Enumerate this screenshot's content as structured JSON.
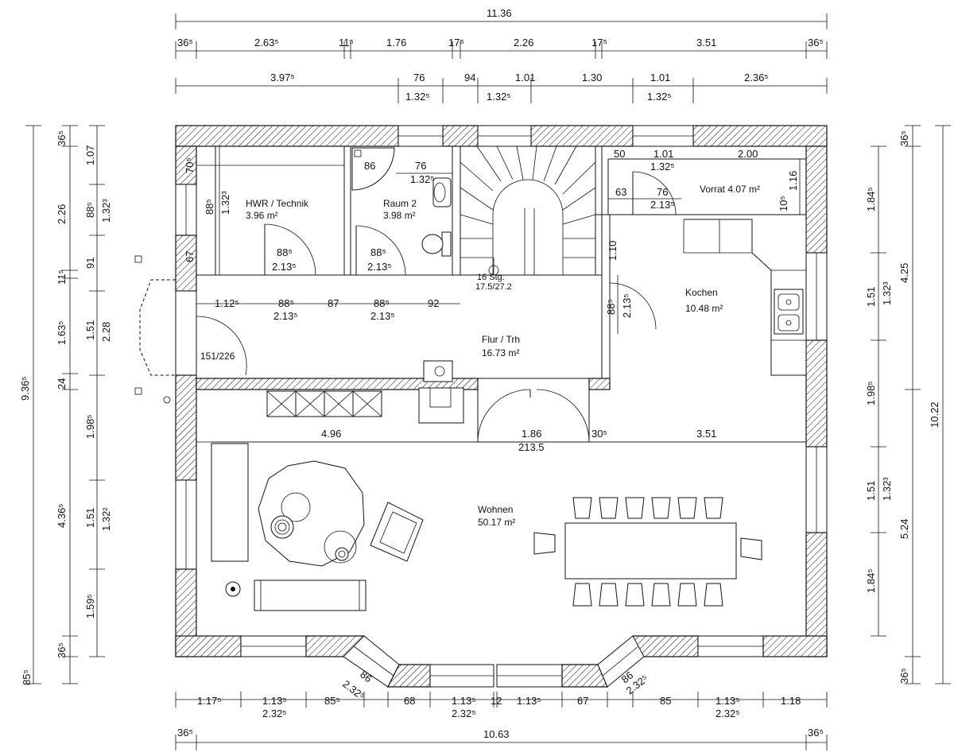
{
  "rooms": {
    "hwr": {
      "name": "HWR / Technik",
      "area": "3.96 m²"
    },
    "raum2": {
      "name": "Raum 2",
      "area": "3.98 m²"
    },
    "vorrat": {
      "name": "Vorrat 4.07 m²"
    },
    "kochen": {
      "name": "Kochen",
      "area": "10.48 m²"
    },
    "flur": {
      "name": "Flur / Trh",
      "area": "16.73 m²"
    },
    "wohnen": {
      "name": "Wohnen",
      "area": "50.17 m²"
    }
  },
  "stairs": {
    "line1": "16 Stg.",
    "line2": "17.5/27.2"
  },
  "entrance": "151/226",
  "top": {
    "overall": "11.36",
    "row1": [
      "36⁵",
      "2.63⁵",
      "11⁵",
      "1.76",
      "17⁵",
      "2.26",
      "17⁵",
      "3.51",
      "36⁵"
    ],
    "row2": [
      "3.97⁵",
      "76",
      "94",
      "1.01",
      "1.30",
      "1.01",
      "2.36⁵"
    ],
    "row2_sub": [
      "1.32⁵",
      "1.32⁵",
      "1.32⁵"
    ]
  },
  "bottom": {
    "row1": [
      "1.17⁵",
      "1.13⁵",
      "85⁵",
      "68",
      "1.13⁵",
      "12",
      "1.13⁵",
      "67",
      "85",
      "1.13⁵",
      "1.18"
    ],
    "row1_sub": [
      "2.32⁵",
      "2.32⁵",
      "2.32⁵"
    ],
    "overall_ends": [
      "36⁵",
      "36⁵"
    ],
    "overall": "10.63",
    "bay": [
      "86",
      "2.32⁵",
      "86",
      "2.32⁵"
    ]
  },
  "left": {
    "outer": [
      "36⁵",
      "2.26",
      "11⁵",
      "1.63⁵",
      "24",
      "4.36⁵",
      "36⁵",
      "85⁵"
    ],
    "overall": "9.36⁵",
    "inner": [
      "1.07",
      "88⁵",
      "1.32³",
      "91",
      "1.51",
      "2.28",
      "1.98⁵",
      "1.51",
      "1.32²",
      "1.59⁵"
    ]
  },
  "right": {
    "inner": [
      "1.84⁵",
      "1.51",
      "1.32³",
      "1.98⁵",
      "1.51",
      "1.32³",
      "1.84⁵"
    ],
    "outer": [
      "36⁵",
      "4.25",
      "5.24",
      "36⁵"
    ],
    "overall": "10.22"
  },
  "interior": {
    "hwr_v": [
      "70⁵",
      "88⁵",
      "1.32³",
      "67"
    ],
    "hwr_door": [
      "88⁵",
      "2.13⁵"
    ],
    "raum2_door": [
      "88⁵",
      "2.13⁵"
    ],
    "raum2_top": [
      "86",
      "76",
      "1.32⁵"
    ],
    "flur_row": [
      "1.12⁵",
      "88⁵",
      "87",
      "88⁵",
      "92"
    ],
    "flur_row_sub": [
      "2.13⁵",
      "2.13⁵"
    ],
    "vorrat_top": [
      "50",
      "1.01",
      "2.00",
      "1.32⁵"
    ],
    "vorrat_door": [
      "63",
      "76",
      "2.13⁵"
    ],
    "vorrat_side": [
      "1.16",
      "10⁵"
    ],
    "kitchen_side": [
      "1.10",
      "88⁵",
      "2.13⁵"
    ],
    "living_row": [
      "4.96",
      "1.86",
      "213.5",
      "30⁵",
      "3.51"
    ]
  }
}
